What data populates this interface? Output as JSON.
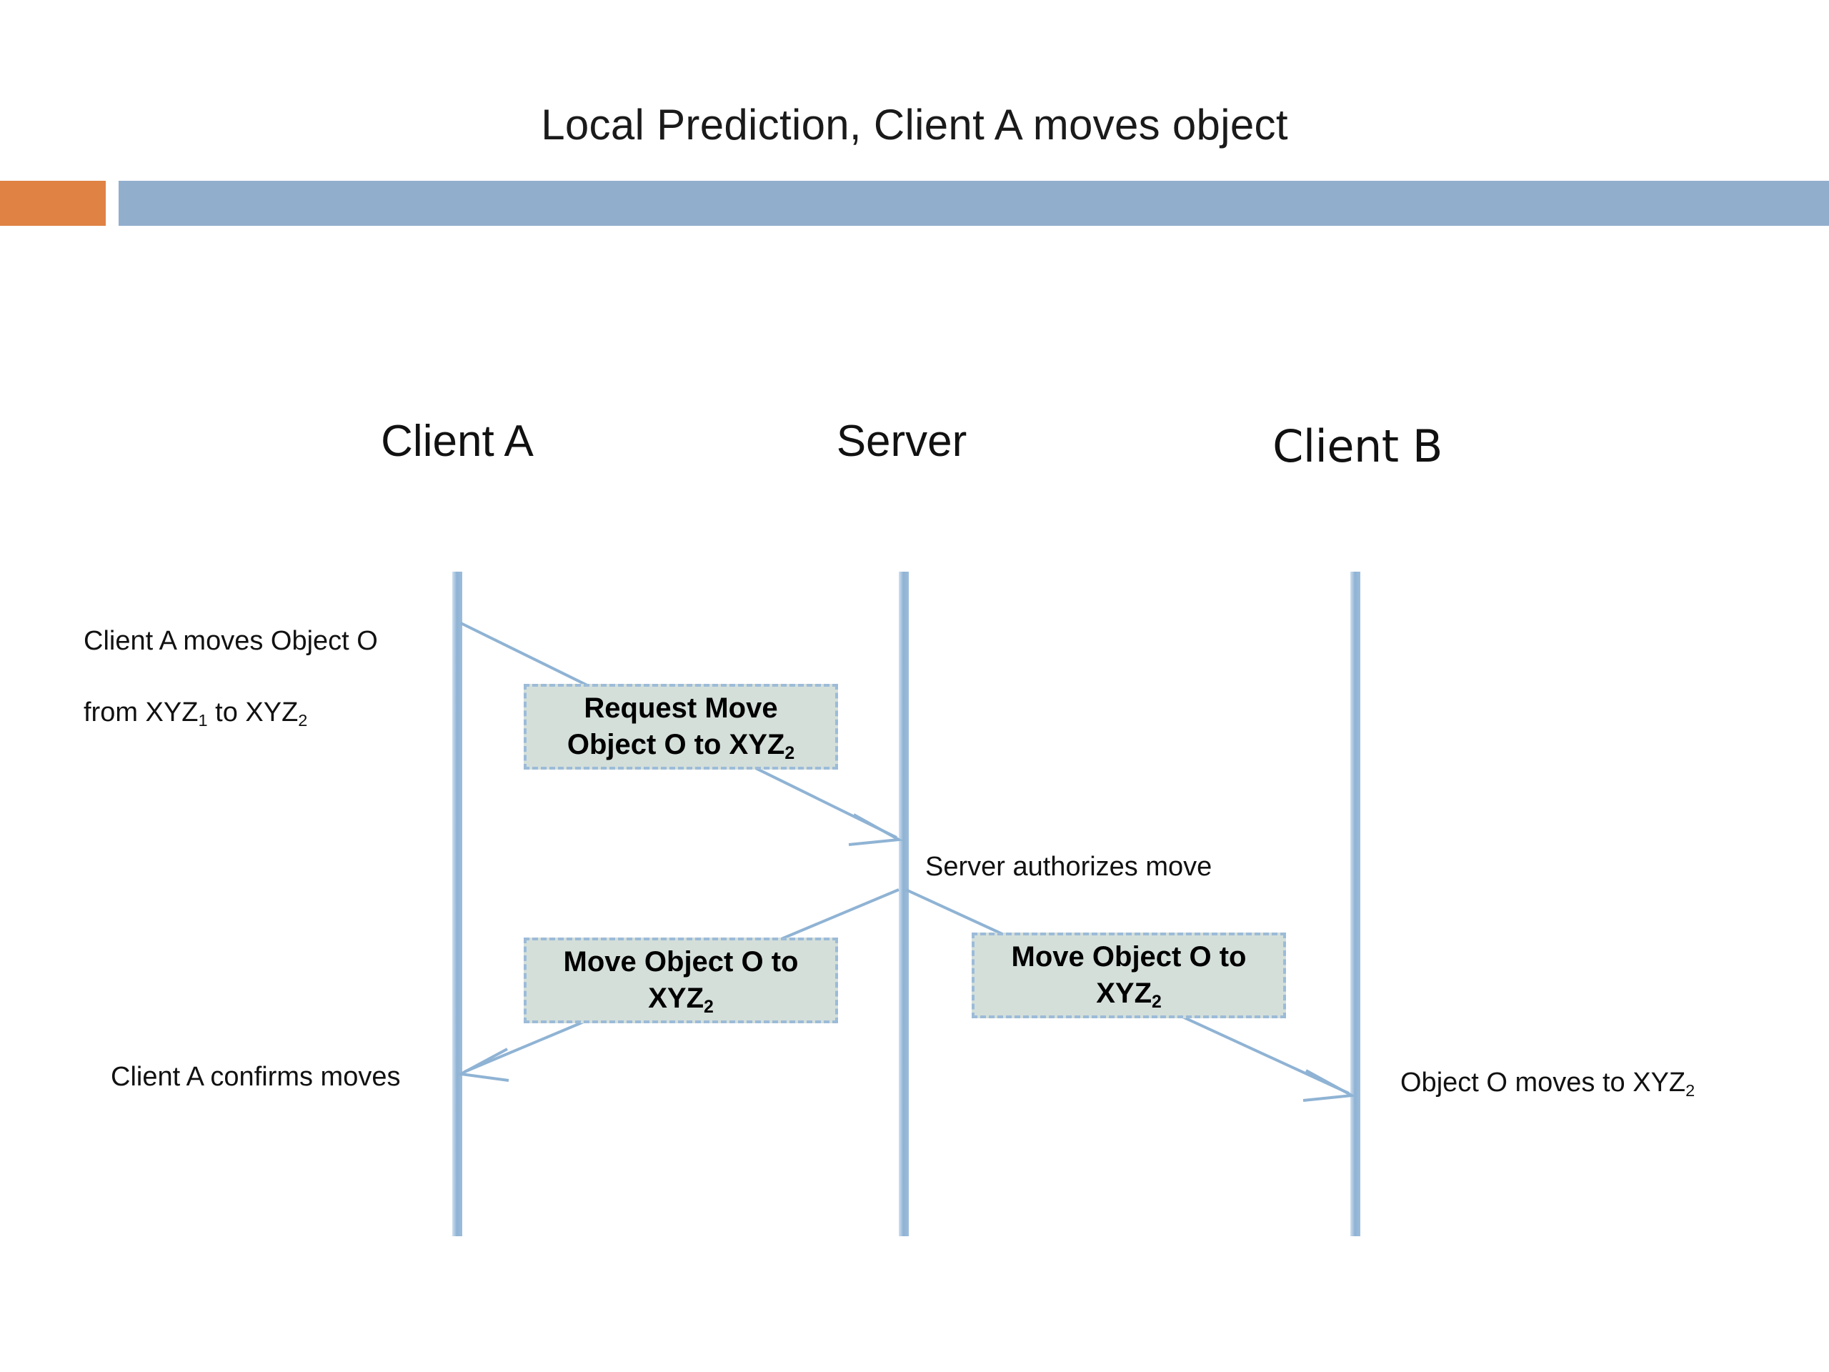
{
  "slide": {
    "title": "Local Prediction, Client A moves object",
    "background_color": "#ffffff"
  },
  "banner": {
    "accent_color": "#df8244",
    "main_color": "#92aecd"
  },
  "diagram": {
    "type": "sequence-diagram",
    "lifelines": [
      {
        "id": "client-a",
        "label": "Client A"
      },
      {
        "id": "server",
        "label": "Server"
      },
      {
        "id": "client-b",
        "label": "Client B"
      }
    ],
    "lifeline_color": "#8fb3d4",
    "arrow_color": "#8fb3d4",
    "annotations": [
      {
        "id": "client-a-moves",
        "line1": "Client A moves Object O",
        "line2_prefix": "from XYZ",
        "line2_sub1": "1",
        "line2_mid": " to XYZ",
        "line2_sub2": "2"
      },
      {
        "id": "server-authorizes",
        "text": "Server authorizes move"
      },
      {
        "id": "client-a-confirms",
        "text": "Client A confirms moves"
      },
      {
        "id": "object-o-moves",
        "prefix": "Object O moves to XYZ",
        "sub": "2"
      }
    ],
    "messages": [
      {
        "id": "request-move",
        "from": "client-a",
        "to": "server",
        "line1": "Request Move",
        "line2_prefix": "Object O to XYZ",
        "line2_sub": "2",
        "fill_color": "#d4dfda",
        "border_color": "#9cbbd8"
      },
      {
        "id": "move-client-a",
        "from": "server",
        "to": "client-a",
        "line1": "Move Object O to",
        "line2_prefix": "XYZ",
        "line2_sub": "2",
        "fill_color": "#d4dfda",
        "border_color": "#9cbbd8"
      },
      {
        "id": "move-client-b",
        "from": "server",
        "to": "client-b",
        "line1": "Move Object O to",
        "line2_prefix": "XYZ",
        "line2_sub": "2",
        "fill_color": "#d4dfda",
        "border_color": "#9cbbd8"
      }
    ]
  }
}
